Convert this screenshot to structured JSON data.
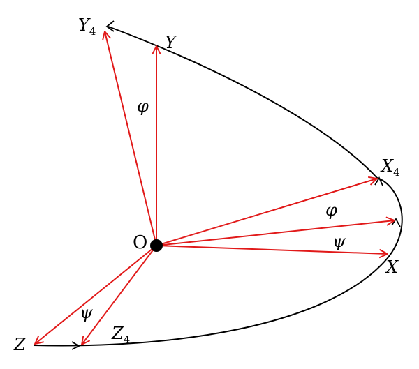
{
  "colors": {
    "axis": "#e11919",
    "curve": "#000000",
    "text": "#000000",
    "background": "#ffffff"
  },
  "labels": {
    "origin": "O",
    "y": "Y",
    "y4_base": "Y",
    "y4_sub": "4",
    "x": "X",
    "x4_base": "X",
    "x4_sub": "4",
    "z": "Z",
    "z4_base": "Z",
    "z4_sub": "4",
    "phi_top": "φ",
    "phi_right": "φ",
    "psi_right": "ψ",
    "psi_bottom": "ψ"
  }
}
